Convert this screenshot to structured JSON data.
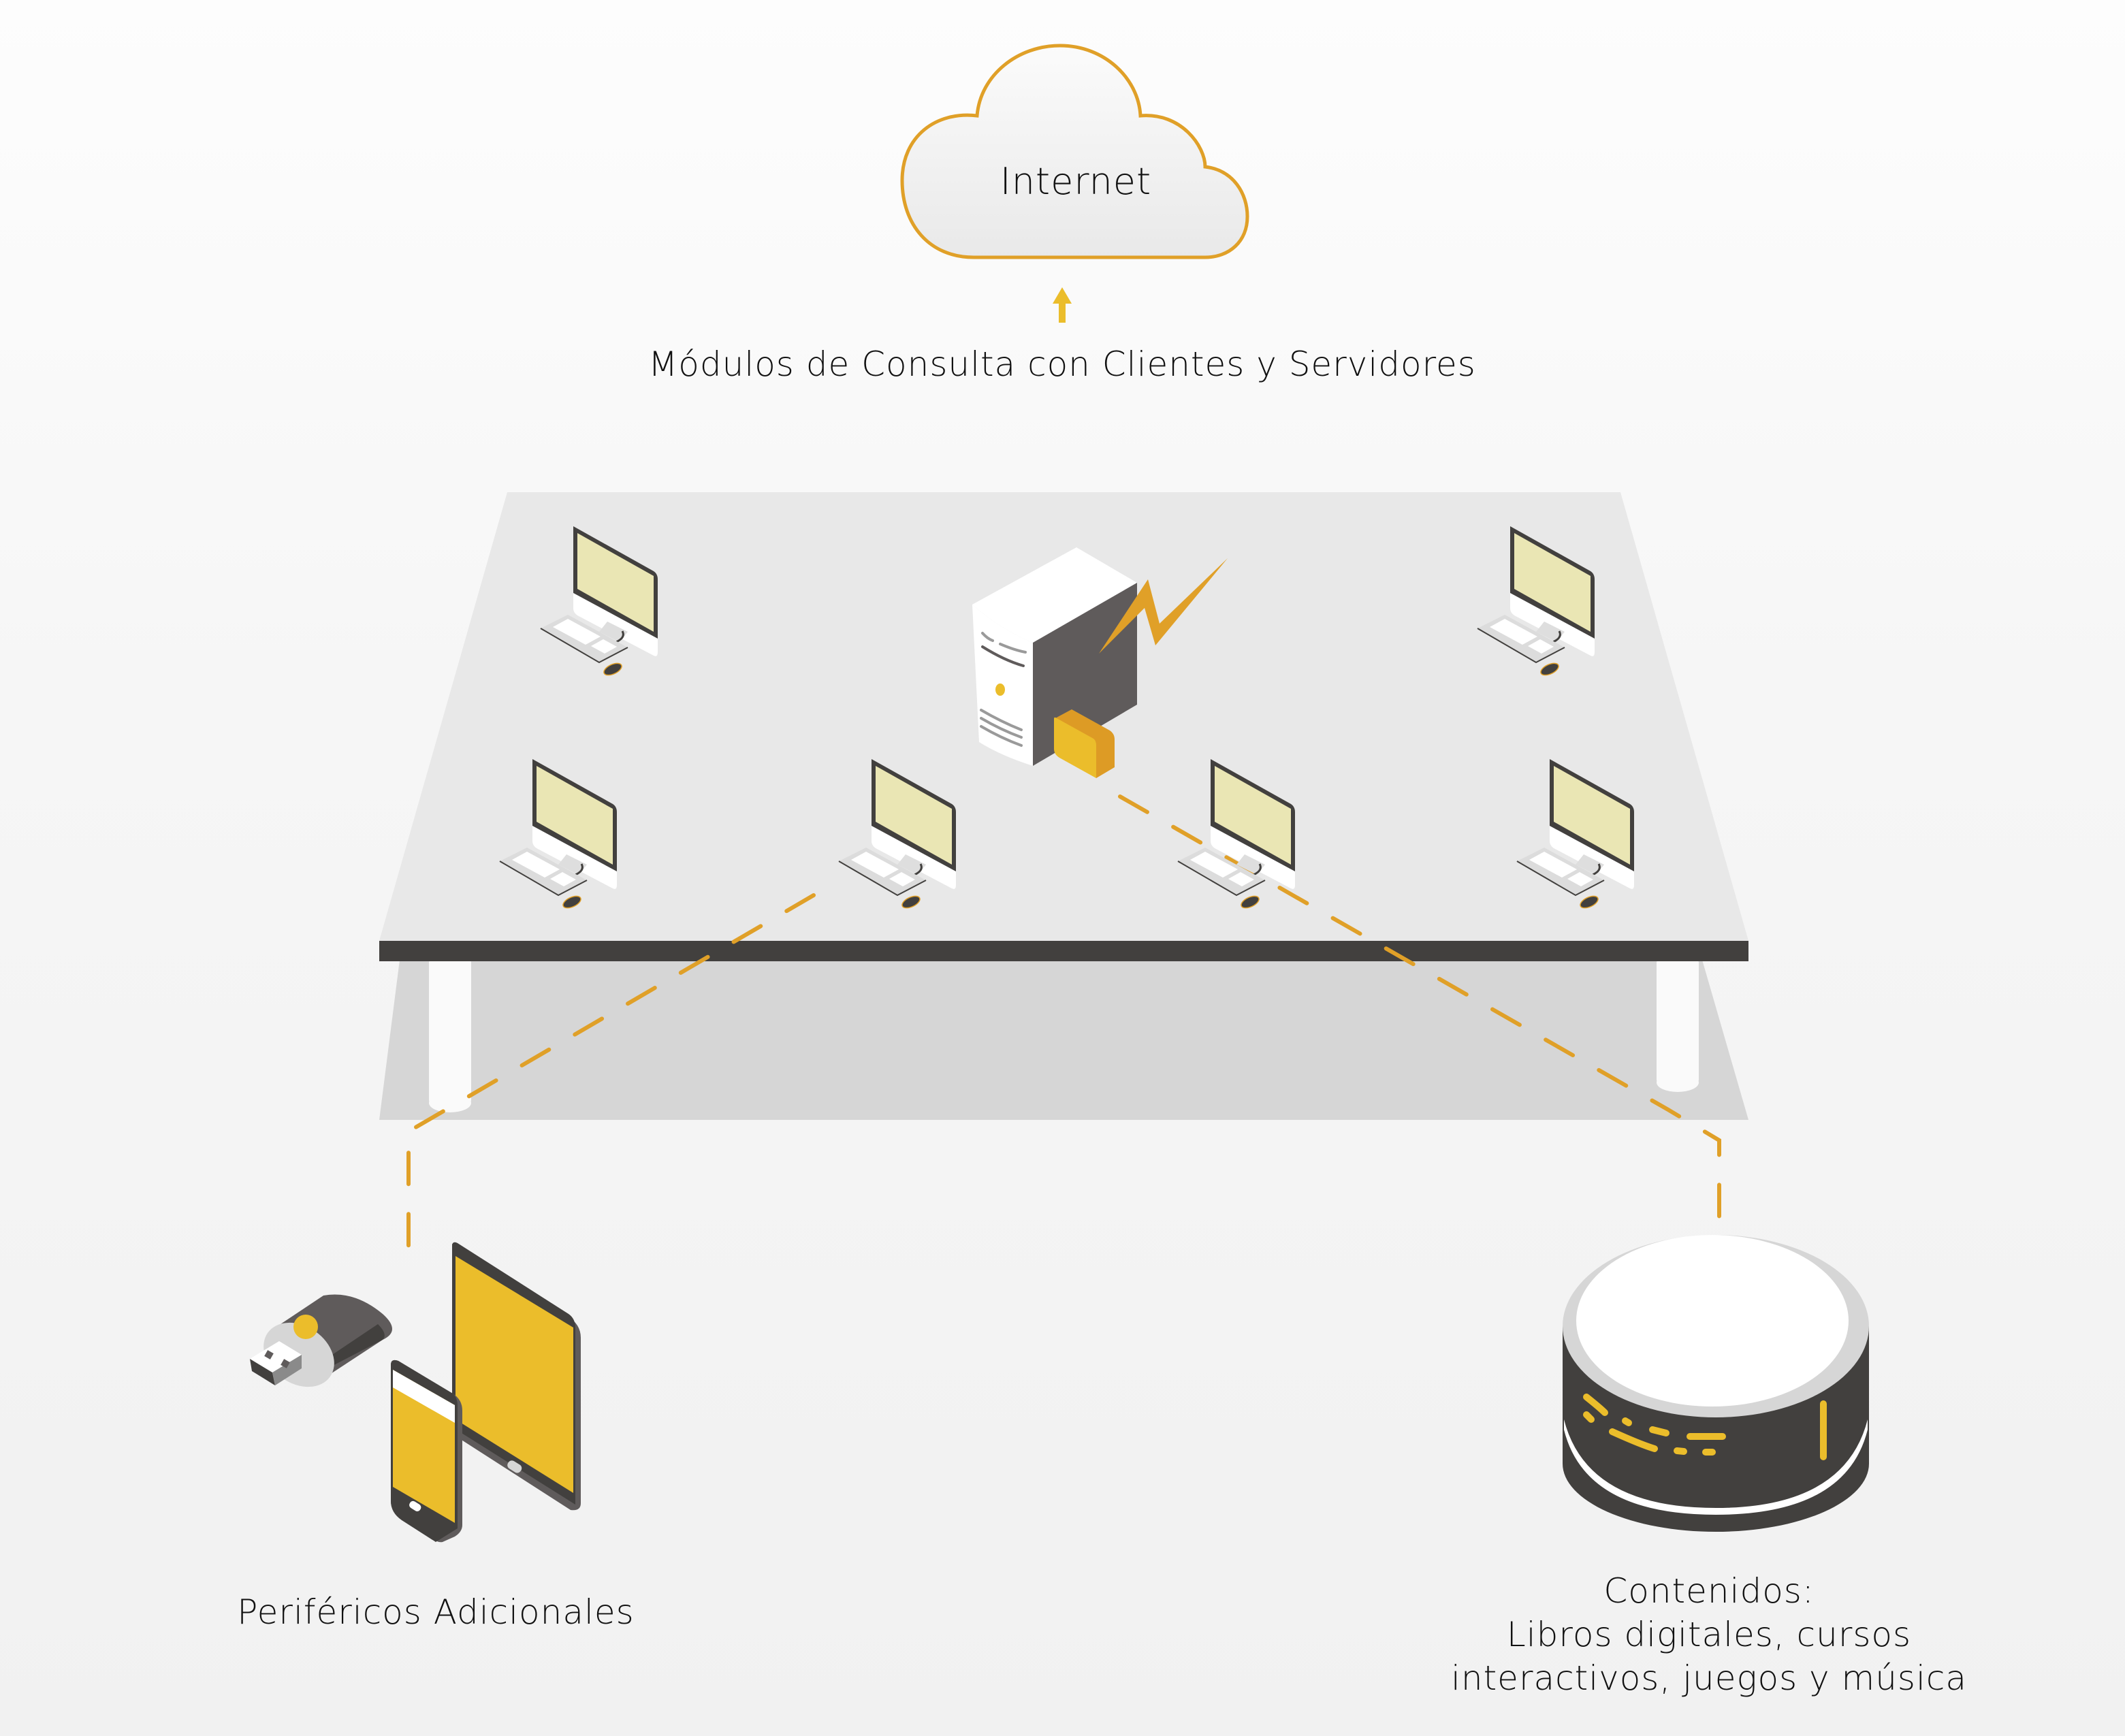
{
  "diagram": {
    "title": "Red local de consulta con servidor y contenidos",
    "colors": {
      "accent": "#E0A028",
      "accent_light": "#EBBD2B",
      "dark": "#42403E",
      "dark_mid": "#5F5B5B",
      "table_top": "#E8E8E8",
      "table_under": "#D6D6D6",
      "screen": "#EAE6B4"
    },
    "cloud": {
      "label": "Internet",
      "icon": "cloud-icon"
    },
    "upload_arrow": {
      "icon": "arrow-up-icon"
    },
    "modules_caption": "Módulos de Consulta con Clientes y Servidores",
    "table": {
      "server": {
        "icon": "server-tower-icon",
        "signal_icon": "lightning-bolt-icon",
        "module_icon": "yellow-module-box-icon"
      },
      "workstations": [
        {
          "id": "ws-back-left",
          "icon": "desktop-computer-icon"
        },
        {
          "id": "ws-back-right",
          "icon": "desktop-computer-icon"
        },
        {
          "id": "ws-front-1",
          "icon": "desktop-computer-icon"
        },
        {
          "id": "ws-front-2",
          "icon": "desktop-computer-icon"
        },
        {
          "id": "ws-front-3",
          "icon": "desktop-computer-icon"
        },
        {
          "id": "ws-front-4",
          "icon": "desktop-computer-icon"
        }
      ]
    },
    "peripherals": {
      "label": "Periféricos Adicionales",
      "items": [
        {
          "name": "USB drive",
          "icon": "usb-drive-icon"
        },
        {
          "name": "Tablet",
          "icon": "tablet-icon"
        },
        {
          "name": "Smartphone",
          "icon": "smartphone-icon"
        }
      ]
    },
    "contents": {
      "icon": "storage-hub-icon",
      "label_lines": [
        "Contenidos:",
        "Libros digitales, cursos",
        "interactivos, juegos y música"
      ]
    },
    "connections": [
      {
        "from": "ws-front-2",
        "to": "peripherals",
        "style": "dashed"
      },
      {
        "from": "server",
        "to": "contents",
        "style": "dashed"
      }
    ]
  }
}
